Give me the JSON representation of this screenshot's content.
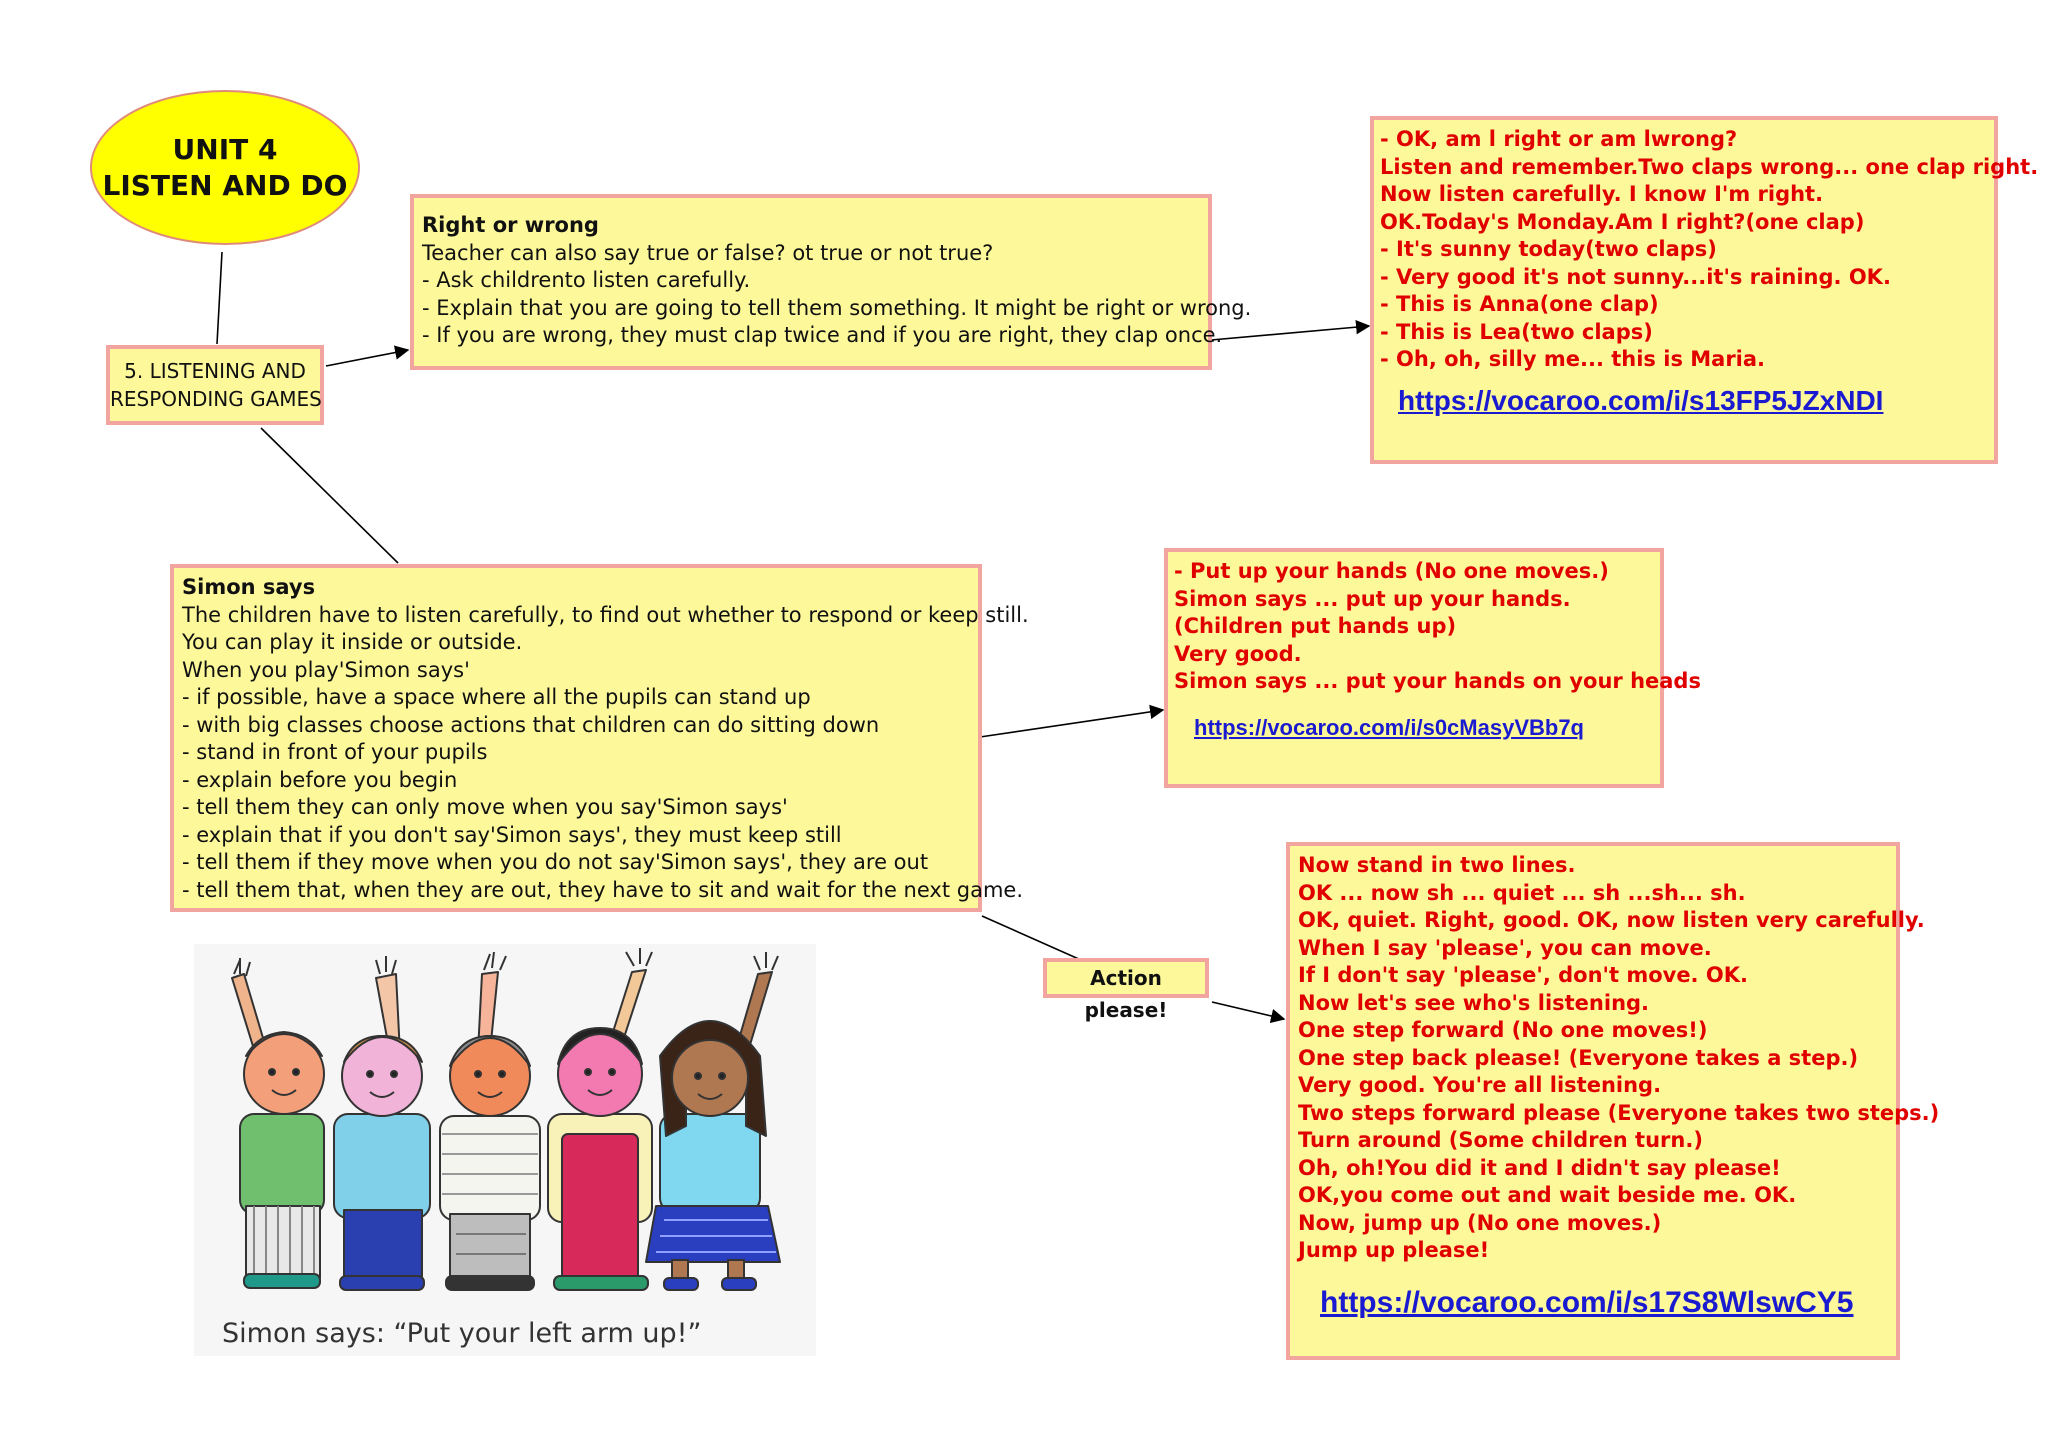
{
  "unit": {
    "line1": "UNIT 4",
    "line2": "LISTEN AND DO"
  },
  "node_games": {
    "line1": "5. LISTENING AND",
    "line2": "RESPONDING GAMES"
  },
  "right_or_wrong": {
    "title": "Right or wrong",
    "lines": [
      "Teacher can also say true or false? ot true or not true?",
      "- Ask childrento listen carefully.",
      "- Explain that you are going to tell them something. It might be right or wrong.",
      "- If you are wrong, they must clap twice and if you are right, they clap once."
    ]
  },
  "right_or_wrong_script": {
    "lines": [
      "- OK, am l right or am lwrong?",
      "Listen and remember.Two claps wrong... one clap right.",
      "Now listen carefully. I know I'm right.",
      "OK.Today's Monday.Am I right?(one clap)",
      "- It's sunny today(two claps)",
      "- Very good it's not sunny...it's raining. OK.",
      "- This is Anna(one clap)",
      "- This is Lea(two claps)",
      "- Oh, oh, silly me... this is Maria."
    ],
    "link": "https://vocaroo.com/i/s13FP5JZxNDI"
  },
  "simon_says": {
    "title": "Simon says",
    "lines": [
      "The children have to listen carefully, to find out whether to respond or keep still.",
      "You can play it inside or outside.",
      "When you play'Simon says'",
      "- if possible, have a space where all the pupils can stand up",
      "- with big classes choose actions that children can do sitting down",
      "- stand in front of your pupils",
      "- explain before you begin",
      "- tell them they can only move when you say'Simon says'",
      "- explain that if you don't say'Simon says', they must keep still",
      "- tell them if they move when you do not say'Simon says', they are out",
      "- tell them that, when they are out, they have to sit and wait for the next game."
    ]
  },
  "simon_script": {
    "lines": [
      "- Put up your hands (No one moves.)",
      "Simon says ... put up your hands.",
      "(Children put hands up)",
      "Very good.",
      "Simon says ... put your hands on your heads"
    ],
    "link": "https://vocaroo.com/i/s0cMasyVBb7q"
  },
  "action_please": {
    "label": "Action please!"
  },
  "action_script": {
    "lines": [
      "Now stand in two lines.",
      "OK ... now sh ... quiet ... sh ...sh... sh.",
      "OK, quiet. Right, good. OK, now listen very carefully.",
      "When I say 'please', you can move.",
      "If I don't say 'please', don't move. OK.",
      "Now let's see who's listening.",
      "One step forward (No one moves!)",
      "One step back please! (Everyone takes a step.)",
      "Very good. You're all listening.",
      "Two steps forward please (Everyone takes two steps.)",
      "Turn around (Some children turn.)",
      "Oh, oh!You did it and I didn't say please!",
      "OK,you come out and wait beside me. OK.",
      "Now, jump up (No one moves.)",
      "Jump up please!"
    ],
    "link": "https://vocaroo.com/i/s17S8WlswCY5"
  },
  "illustration": {
    "caption": "Simon says: “Put your left arm up!”"
  },
  "colors": {
    "oval": "#ffff00",
    "box_fill": "#fdf99a",
    "box_border": "#f2a59e",
    "script_text": "#e00000",
    "link": "#1a1ad0"
  }
}
